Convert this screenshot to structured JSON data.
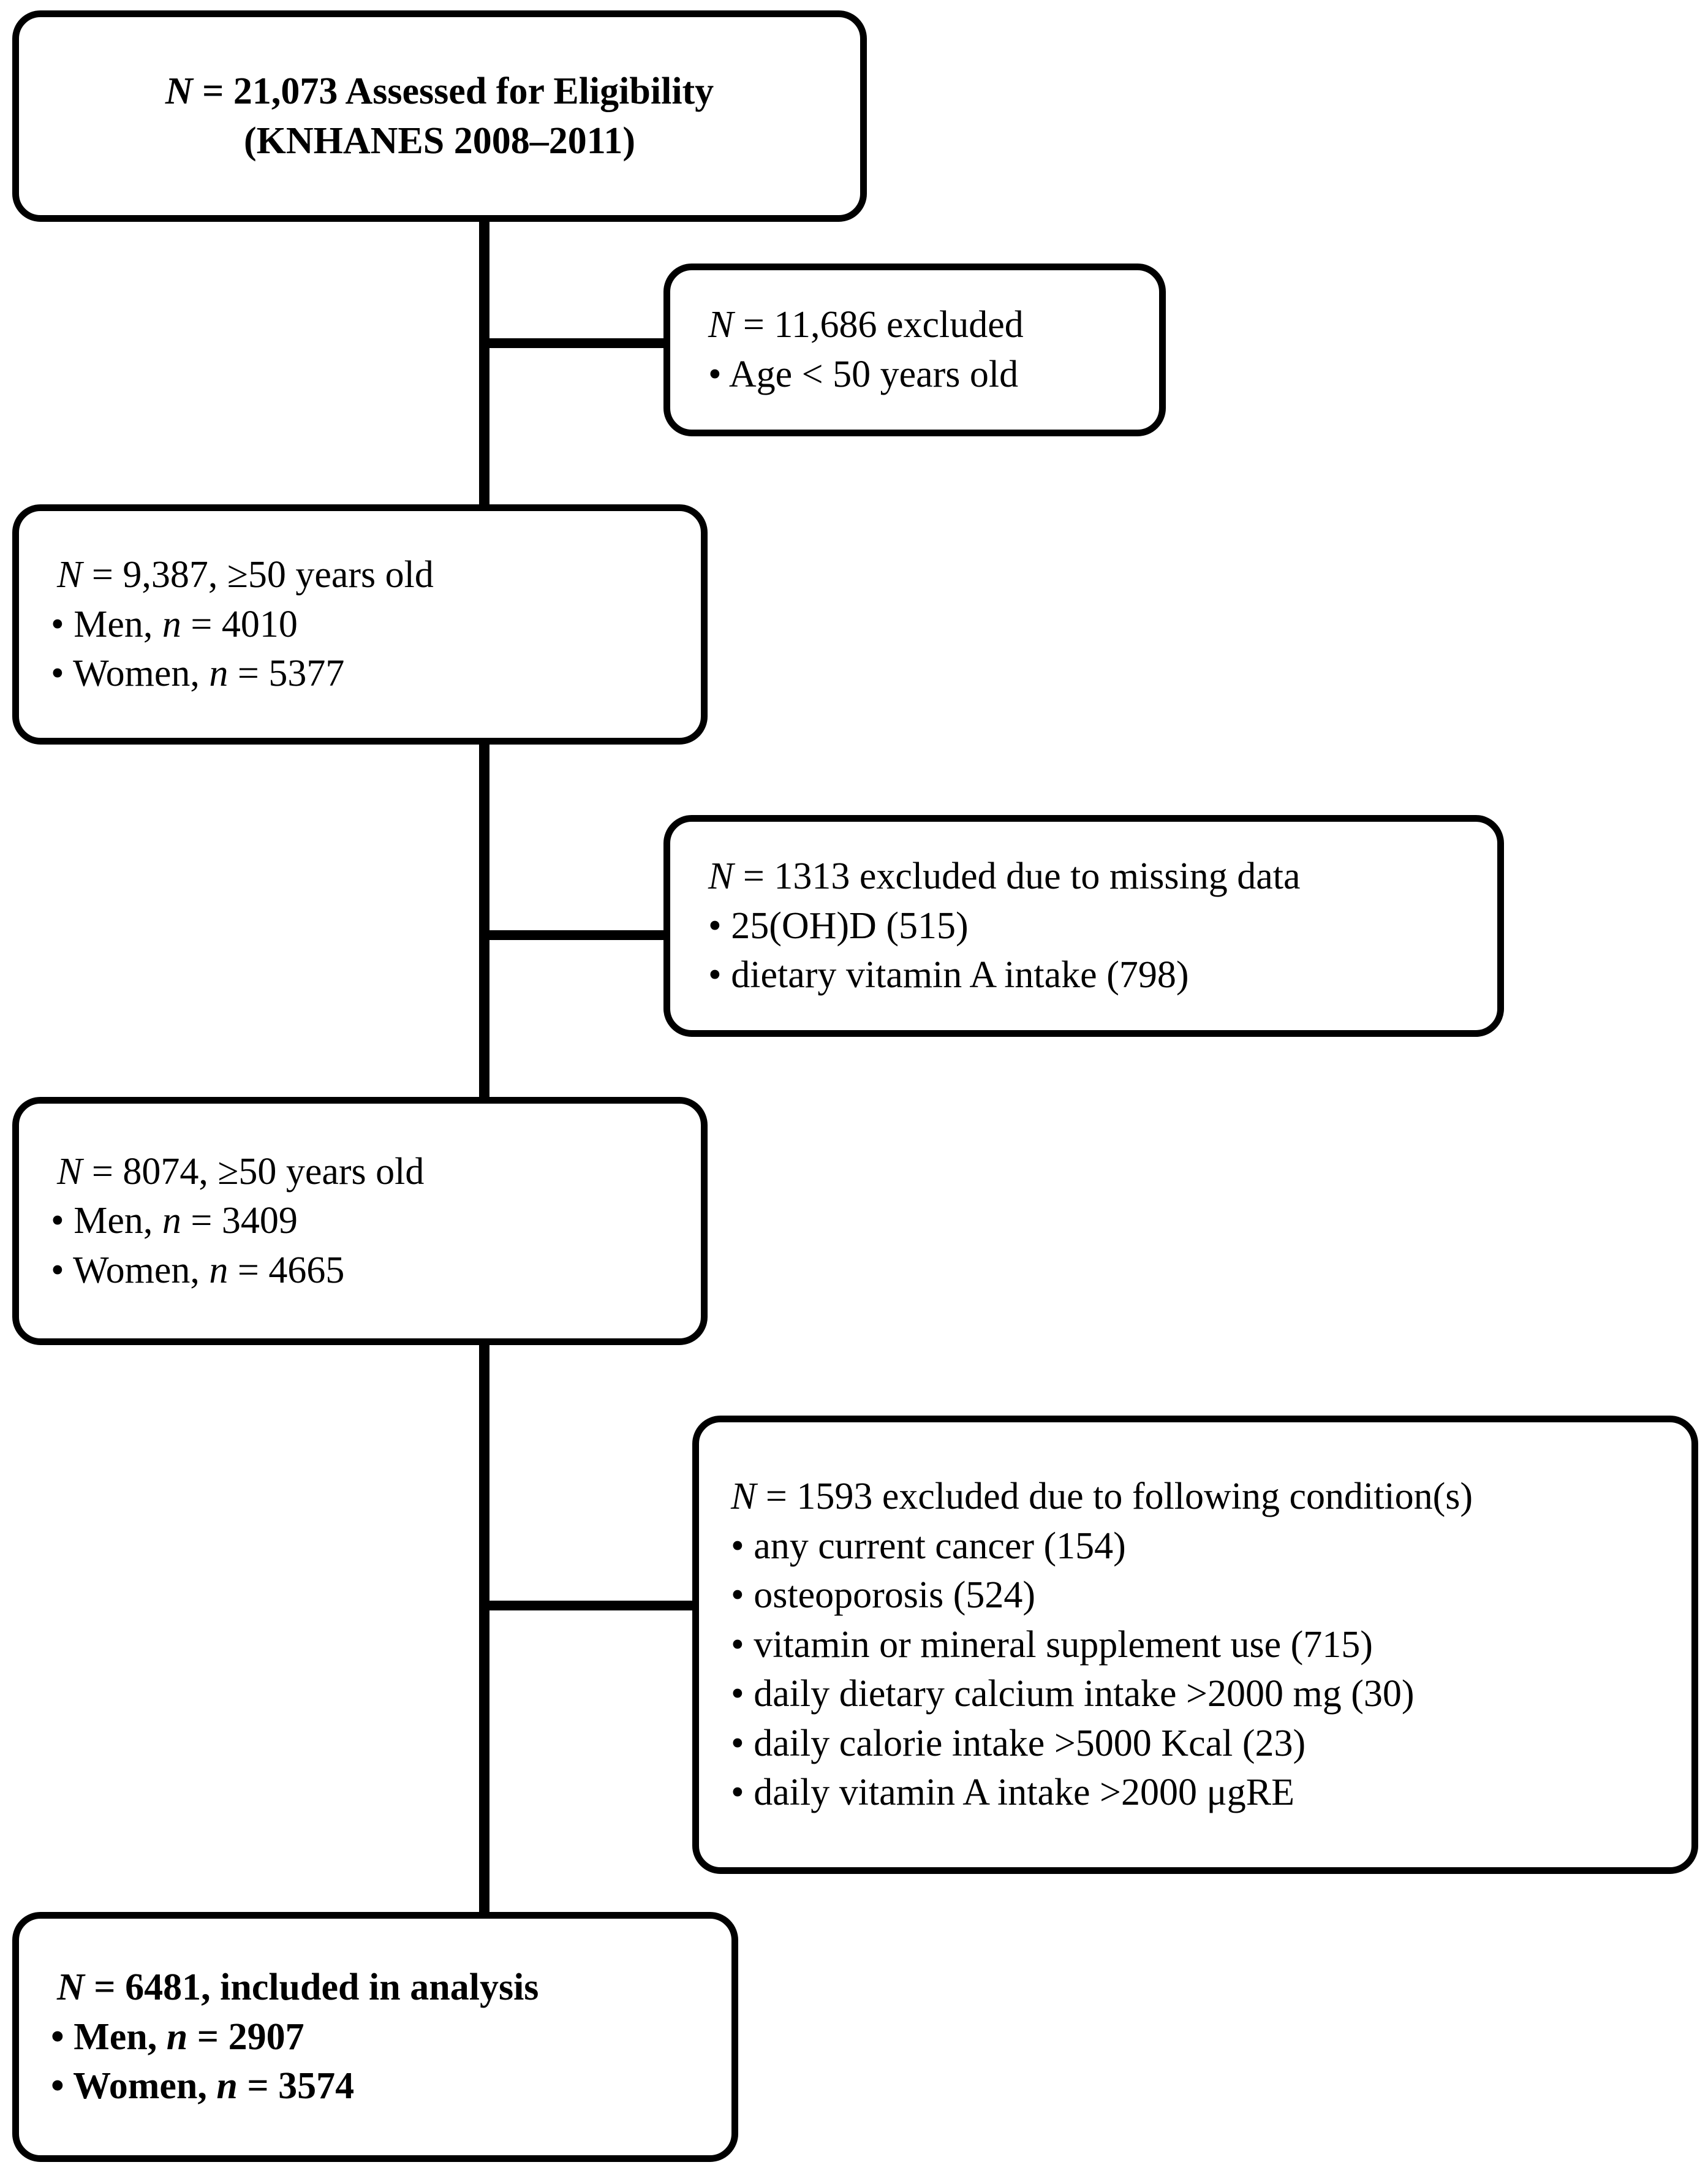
{
  "diagram": {
    "title": "Study participant selection flow diagram (CONSORT-style)",
    "source_survey": "KNHANES 2008–2011",
    "stroke_color": "#000000",
    "background_color": "#ffffff"
  },
  "nodes": [
    {
      "id": "assessed",
      "kind": "main",
      "bold": true,
      "align": "center",
      "lines": [
        {
          "prefix_italic": "N",
          "text": " = 21,073 Assessed for Eligibility"
        },
        {
          "prefix_italic": "",
          "text": "(KNHANES 2008–2011)"
        }
      ]
    },
    {
      "id": "excluded-age",
      "kind": "exclusion",
      "bold": false,
      "align": "left",
      "header": {
        "prefix_italic": "N",
        "text": " = 11,686 excluded"
      },
      "bullets": [
        {
          "text": "Age < 50 years old"
        }
      ]
    },
    {
      "id": "age50",
      "kind": "main",
      "bold": false,
      "align": "left",
      "header": {
        "prefix_italic": "N",
        "text": " = 9,387, ≥50 years old"
      },
      "bullets": [
        {
          "pre": "Men, ",
          "italic": "n",
          "post": " = 4010"
        },
        {
          "pre": "Women, ",
          "italic": "n",
          "post": " = 5377"
        }
      ]
    },
    {
      "id": "excluded-missing",
      "kind": "exclusion",
      "bold": false,
      "align": "left",
      "header": {
        "prefix_italic": "N",
        "text": " = 1313 excluded due to missing data"
      },
      "bullets": [
        {
          "text": "25(OH)D (515)"
        },
        {
          "text": " dietary vitamin A intake (798)"
        }
      ]
    },
    {
      "id": "remaining8074",
      "kind": "main",
      "bold": false,
      "align": "left",
      "header": {
        "prefix_italic": "N",
        "text": " = 8074, ≥50 years old"
      },
      "bullets": [
        {
          "pre": "Men, ",
          "italic": "n",
          "post": " = 3409"
        },
        {
          "pre": "Women, ",
          "italic": "n",
          "post": " = 4665"
        }
      ]
    },
    {
      "id": "excluded-conditions",
      "kind": "exclusion",
      "bold": false,
      "align": "left",
      "header": {
        "prefix_italic": "N",
        "text": " = 1593 excluded due to following condition(s)"
      },
      "bullets": [
        {
          "text": "any current cancer (154)"
        },
        {
          "text": "osteoporosis (524)"
        },
        {
          "text": "vitamin or mineral supplement use (715)"
        },
        {
          "text": "daily dietary calcium intake >2000 mg (30)"
        },
        {
          "text": "daily calorie intake >5000 Kcal (23)"
        },
        {
          "text": "daily vitamin A intake >2000 μgRE"
        }
      ]
    },
    {
      "id": "included",
      "kind": "main",
      "bold": true,
      "align": "left",
      "header": {
        "prefix_italic": "N",
        "text": " = 6481, included in analysis"
      },
      "bullets": [
        {
          "pre": "Men, ",
          "italic": "n",
          "post": " = 2907"
        },
        {
          "pre": "Women, ",
          "italic": "n",
          "post": " = 3574"
        }
      ]
    }
  ],
  "labels": {
    "bullet_glyph": "•",
    "assessed_line1_italic": "N",
    "assessed_line1_rest": " = 21,073 Assessed for Eligibility",
    "assessed_line2": "(KNHANES 2008–2011)",
    "excl_age_italic": "N",
    "excl_age_rest": " = 11,686 excluded",
    "excl_age_b1": "Age < 50 years old",
    "age50_italic": "N",
    "age50_rest": " = 9,387, ≥50 years old",
    "age50_b1_pre": "Men, ",
    "age50_b1_ital": "n",
    "age50_b1_post": " = 4010",
    "age50_b2_pre": "Women, ",
    "age50_b2_ital": "n",
    "age50_b2_post": " = 5377",
    "excl_miss_italic": "N",
    "excl_miss_rest": " = 1313 excluded due to missing data",
    "excl_miss_b1": "25(OH)D (515)",
    "excl_miss_b2": " dietary vitamin A intake (798)",
    "rem8074_italic": "N",
    "rem8074_rest": " = 8074, ≥50 years old",
    "rem8074_b1_pre": "Men, ",
    "rem8074_b1_ital": "n",
    "rem8074_b1_post": " = 3409",
    "rem8074_b2_pre": "Women, ",
    "rem8074_b2_ital": "n",
    "rem8074_b2_post": " = 4665",
    "excl_cond_italic": "N",
    "excl_cond_rest": " = 1593 excluded due to following condition(s)",
    "excl_cond_b1": "any current cancer (154)",
    "excl_cond_b2": "osteoporosis (524)",
    "excl_cond_b3": "vitamin or mineral supplement use (715)",
    "excl_cond_b4": "daily dietary calcium intake >2000 mg (30)",
    "excl_cond_b5": "daily calorie intake >5000 Kcal (23)",
    "excl_cond_b6": "daily vitamin A intake >2000 μgRE",
    "incl_italic": "N",
    "incl_rest": " = 6481, included in analysis",
    "incl_b1_pre": "Men, ",
    "incl_b1_ital": "n",
    "incl_b1_post": " = 2907",
    "incl_b2_pre": "Women, ",
    "incl_b2_ital": "n",
    "incl_b2_post": " = 3574"
  }
}
